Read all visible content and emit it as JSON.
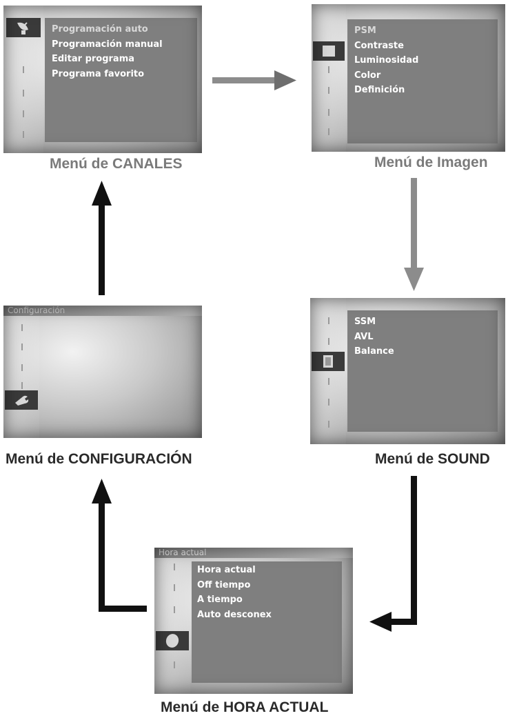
{
  "screens": {
    "canales": {
      "caption": "Menú de CANALES",
      "items": [
        "Programación auto",
        "Programación manual",
        "Editar programa",
        "Programa favorito"
      ]
    },
    "imagen": {
      "caption": "Menú de Imagen",
      "items": [
        "PSM",
        "Contraste",
        "Luminosidad",
        "Color",
        "Definición"
      ]
    },
    "sound": {
      "caption": "Menú de SOUND",
      "items": [
        "SSM",
        "AVL",
        "Balance"
      ]
    },
    "hora": {
      "title": "Hora actual",
      "caption": "Menú de HORA ACTUAL",
      "items": [
        "Hora actual",
        "Off tiempo",
        "A tiempo",
        "Auto desconex"
      ]
    },
    "configuracion": {
      "title": "Configuración",
      "caption": "Menú de CONFIGURACIÓN"
    }
  },
  "icons": {
    "canales": "satellite-dish-icon",
    "imagen": "picture-icon",
    "sound": "speaker-icon",
    "hora": "clock-icon",
    "configuracion": "wrench-icon"
  },
  "colors": {
    "panel": "#7f7f7f",
    "selected_icon_bg": "#3a3a3a",
    "arrow_dark": "#111111",
    "arrow_gray": "#8c8c8c"
  }
}
